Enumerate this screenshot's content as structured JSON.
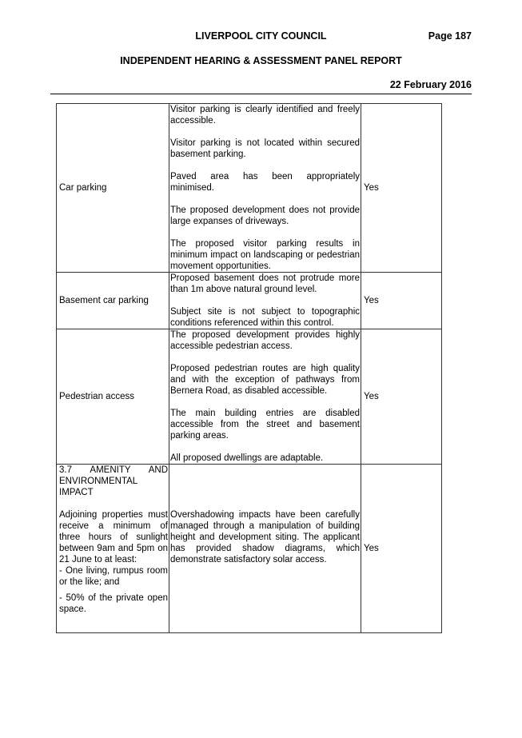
{
  "header": {
    "council": "LIVERPOOL CITY COUNCIL",
    "page": "Page 187",
    "report": "INDEPENDENT HEARING & ASSESSMENT PANEL REPORT",
    "date": "22 February 2016"
  },
  "rows": {
    "car_parking": {
      "label": "Car parking",
      "p1": "Visitor parking is clearly identified and freely accessible.",
      "p2": "Visitor parking is not located within secured basement parking.",
      "p3": "Paved area has been appropriately minimised.",
      "p4": "The proposed development does not provide large expanses of driveways.",
      "p5": "The proposed visitor parking results in minimum impact on landscaping or pedestrian movement opportunities.",
      "compliance": "Yes"
    },
    "basement": {
      "label": "Basement car parking",
      "p1": "Proposed basement does not protrude more than 1m above natural ground level.",
      "p2": "Subject site is not subject to topographic conditions referenced within this control.",
      "compliance": "Yes"
    },
    "pedestrian": {
      "label": "Pedestrian access",
      "p1": "The proposed development provides highly accessible pedestrian access.",
      "p2": "Proposed pedestrian routes are high quality and with the exception of pathways from Bernera Road, as disabled accessible.",
      "p3": "The main building entries are disabled accessible from the street and basement parking areas.",
      "p4": "All proposed dwellings are adaptable.",
      "compliance": "Yes"
    },
    "amenity": {
      "heading": "3.7 AMENITY AND ENVIRONMENTAL IMPACT",
      "control_p1": "Adjoining properties must receive a minimum of three hours of sunlight between 9am and 5pm on 21 June to at least:",
      "control_p2": "- One living, rumpus room or the like; and",
      "control_p3": "- 50% of the private open space.",
      "response": "Overshadowing impacts have been carefully managed through a manipulation of building height and development siting. The applicant has provided shadow diagrams, which demonstrate satisfactory solar access.",
      "compliance": "Yes"
    }
  }
}
